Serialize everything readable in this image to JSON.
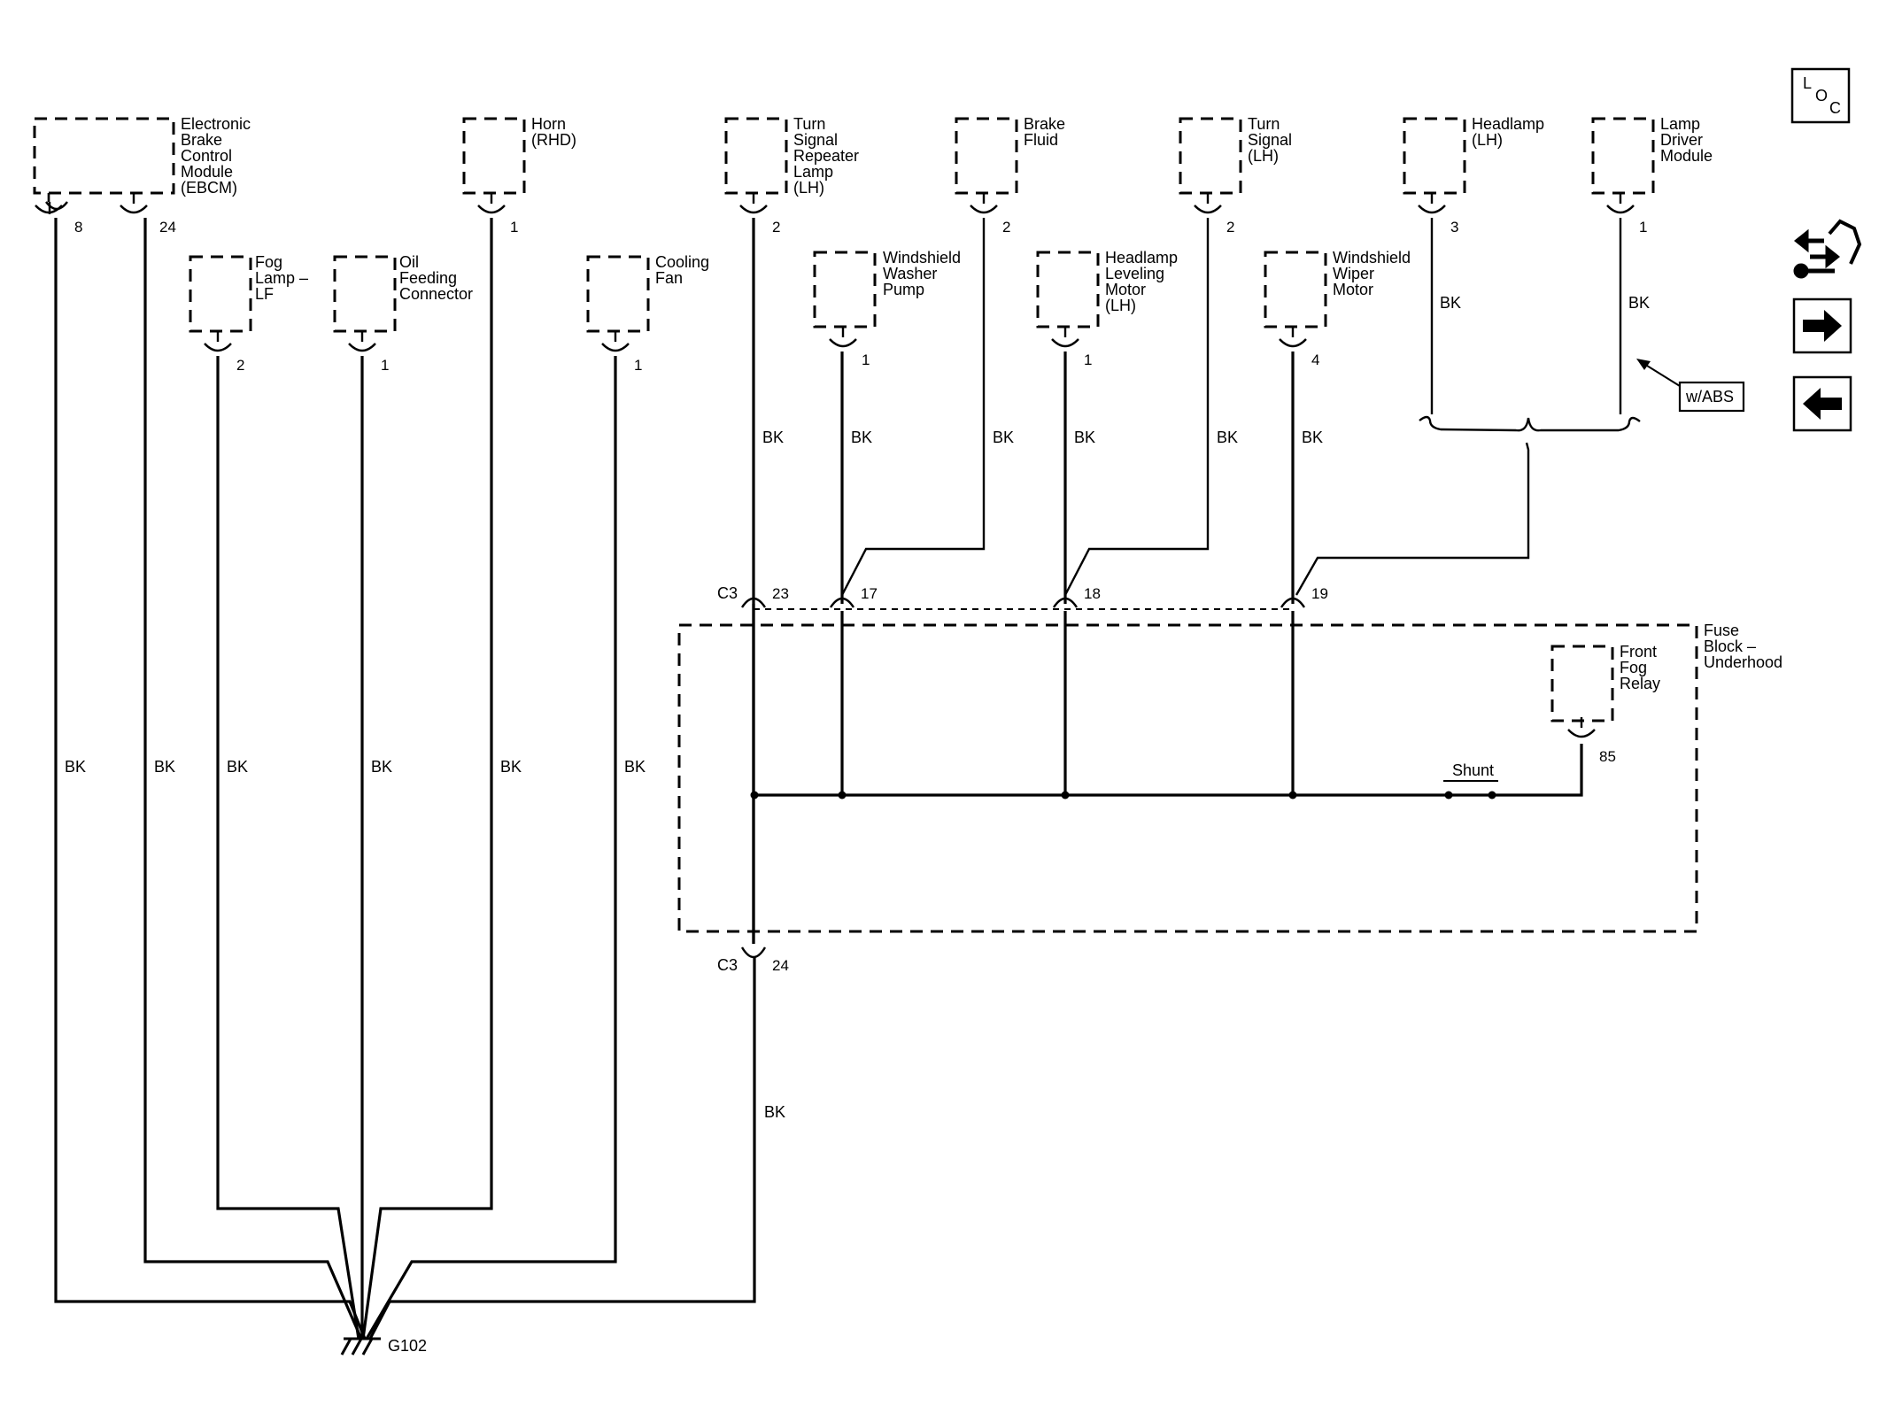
{
  "components": {
    "ebcm": [
      "Electronic",
      "Brake",
      "Control",
      "Module",
      "(EBCM)"
    ],
    "horn": [
      "Horn",
      "(RHD)"
    ],
    "turn_signal_repeater": [
      "Turn",
      "Signal",
      "Repeater",
      "Lamp",
      "(LH)"
    ],
    "brake_fluid": [
      "Brake",
      "Fluid"
    ],
    "turn_signal_lh": [
      "Turn",
      "Signal",
      "(LH)"
    ],
    "headlamp_lh": [
      "Headlamp",
      "(LH)"
    ],
    "lamp_driver_module": [
      "Lamp",
      "Driver",
      "Module"
    ],
    "fog_lamp_lf": [
      "Fog",
      "Lamp –",
      "LF"
    ],
    "oil_feeding_connector": [
      "Oil",
      "Feeding",
      "Connector"
    ],
    "cooling_fan": [
      "Cooling",
      "Fan"
    ],
    "windshield_washer_pump": [
      "Windshield",
      "Washer",
      "Pump"
    ],
    "headlamp_leveling_motor": [
      "Headlamp",
      "Leveling",
      "Motor",
      "(LH)"
    ],
    "windshield_wiper_motor": [
      "Windshield",
      "Wiper",
      "Motor"
    ],
    "fuse_block": [
      "Fuse",
      "Block –",
      "Underhood"
    ],
    "front_fog_relay": [
      "Front",
      "Fog",
      "Relay"
    ]
  },
  "pins": {
    "ebcm_a": "8",
    "ebcm_b": "24",
    "horn": "1",
    "turn_signal_repeater": "2",
    "brake_fluid": "2",
    "turn_signal_lh": "2",
    "headlamp_lh": "3",
    "lamp_driver_module": "1",
    "fog_lamp_lf": "2",
    "oil_feeding_connector": "1",
    "cooling_fan": "1",
    "windshield_washer_pump": "1",
    "headlamp_leveling_motor": "1",
    "windshield_wiper_motor": "4",
    "front_fog_relay": "85",
    "c3_23": "23",
    "c3_17": "17",
    "c3_18": "18",
    "c3_19": "19",
    "c3_24": "24"
  },
  "connectors": {
    "c3_top": "C3",
    "c3_bottom": "C3"
  },
  "wire_color": "BK",
  "option_label": "w/ABS",
  "shunt_label": "Shunt",
  "ground_label": "G102",
  "nav": {
    "loc": [
      "L",
      "O",
      "C"
    ],
    "icons": [
      "harness-icon",
      "arrow-right-icon",
      "arrow-left-icon"
    ]
  }
}
